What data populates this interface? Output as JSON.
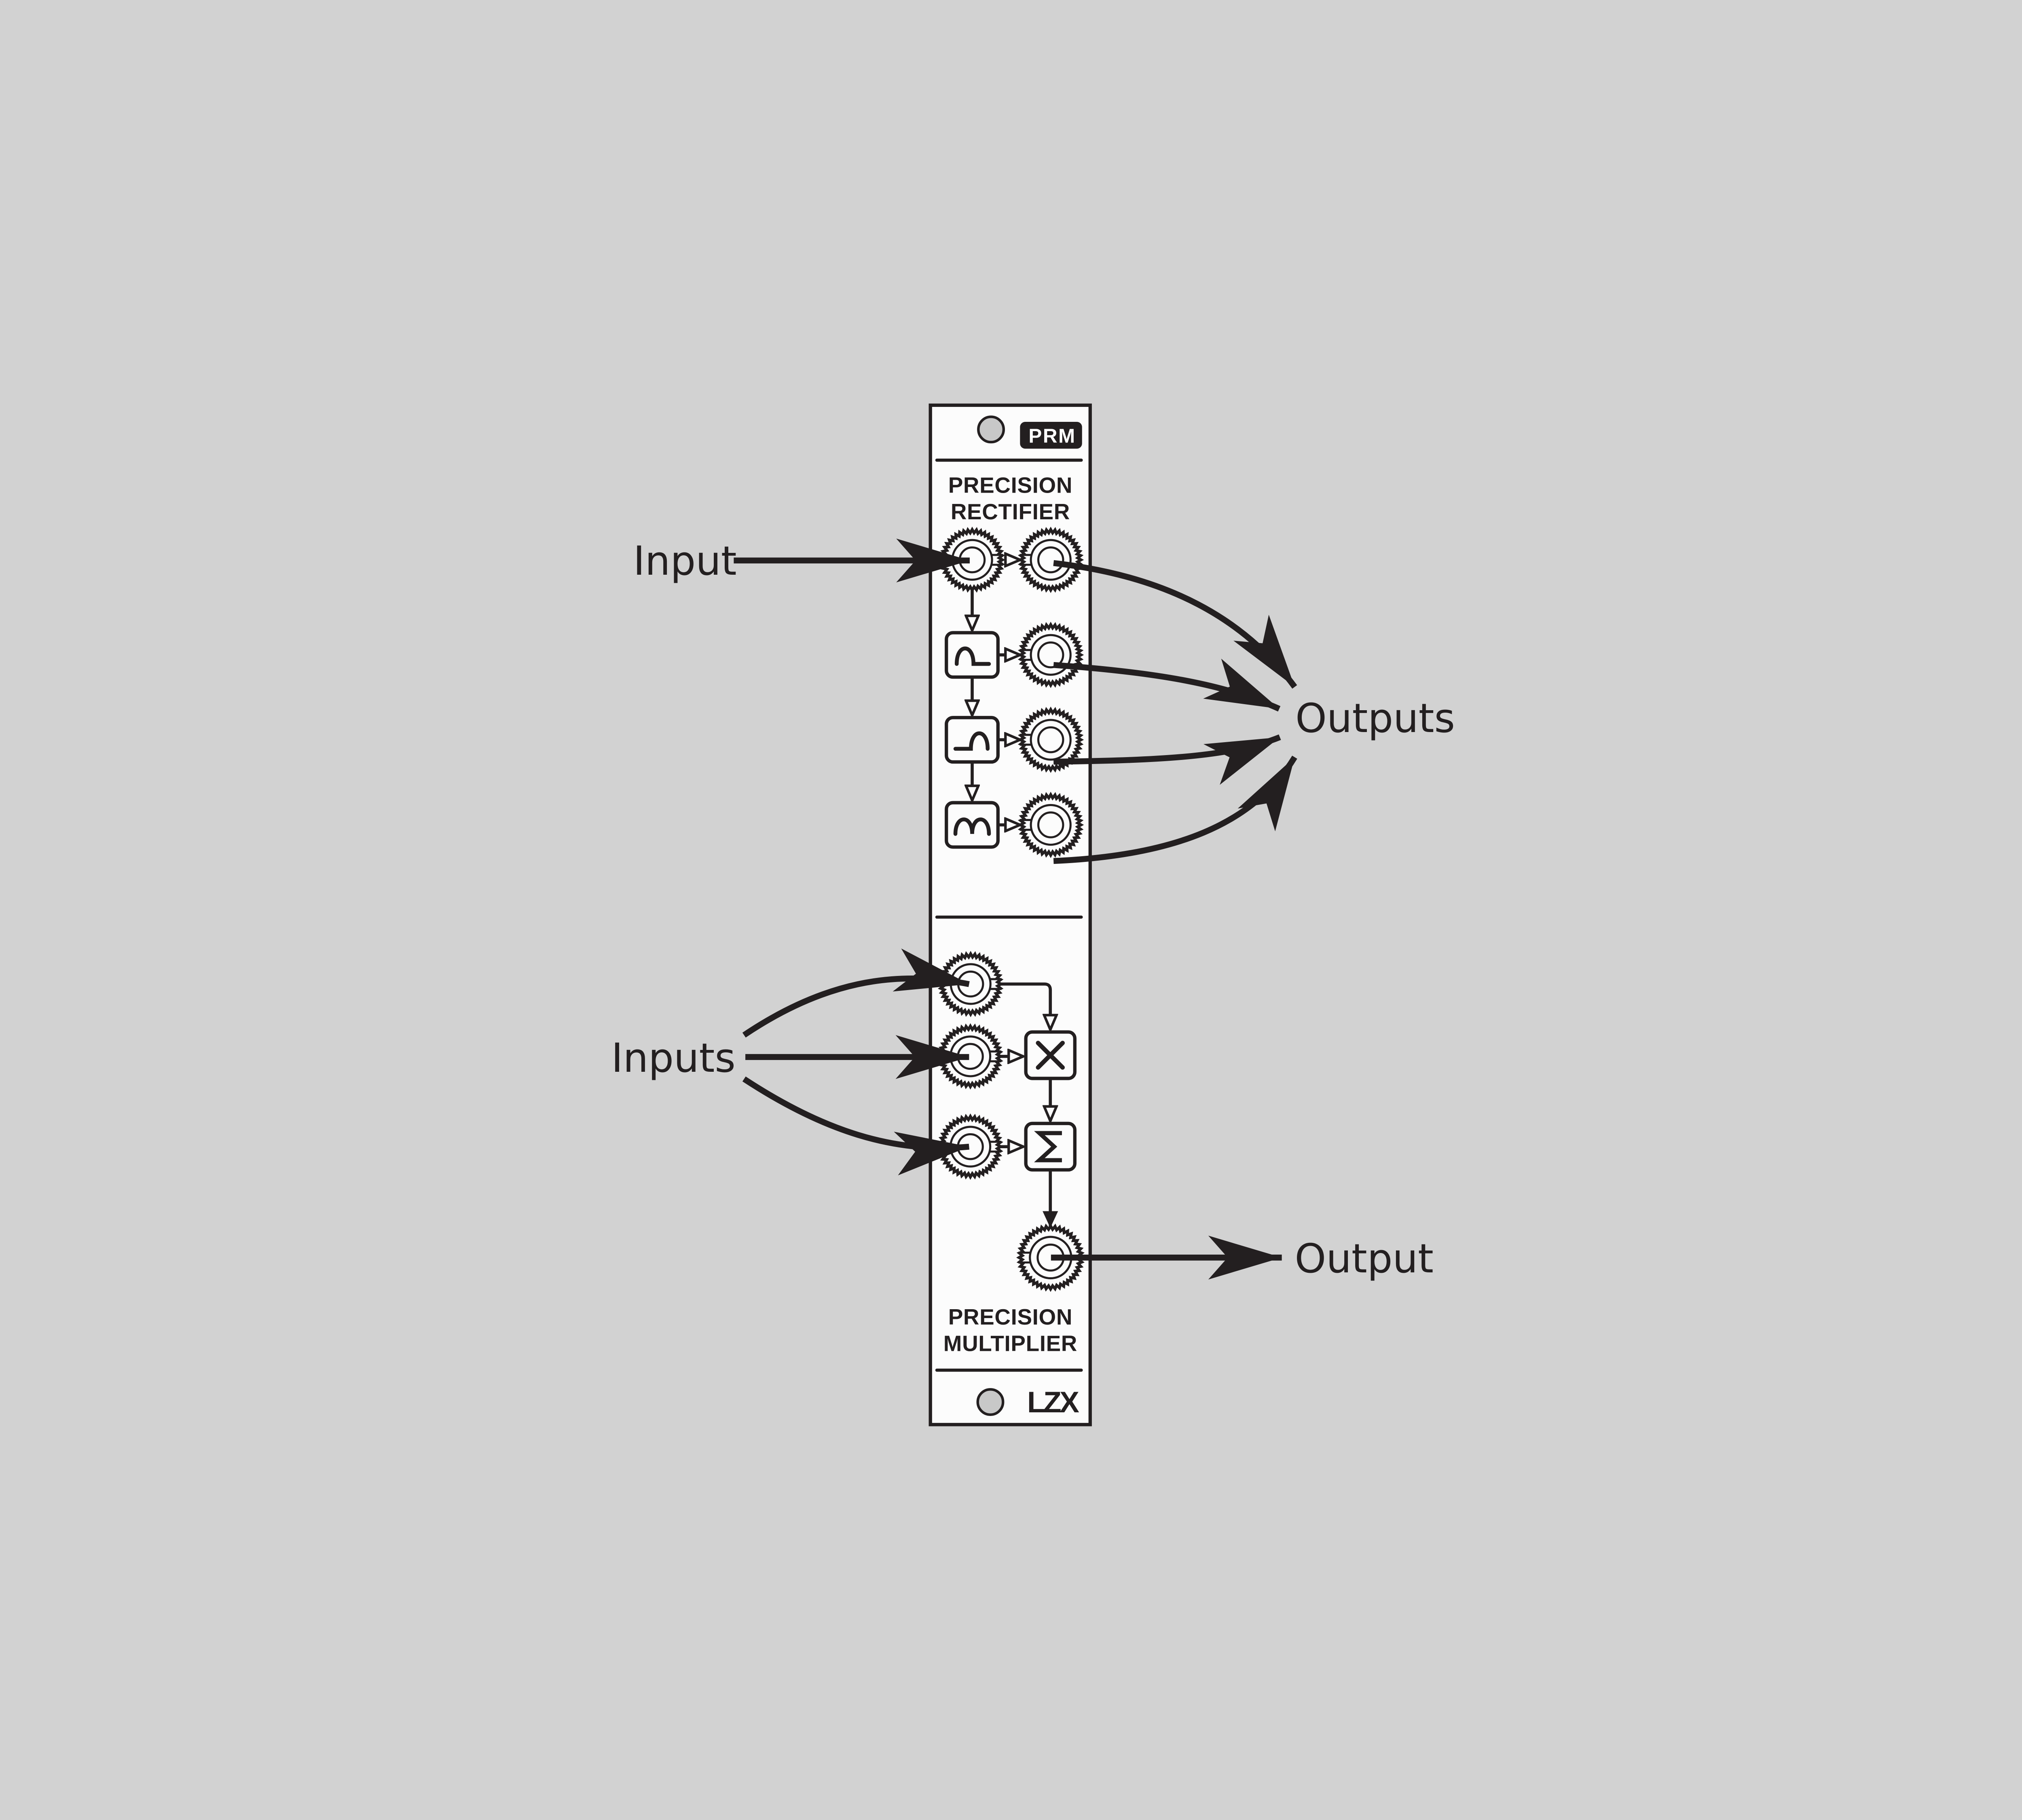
{
  "colors": {
    "background": "#d2d2d2",
    "panel": "#fcfcfc",
    "ink": "#231f20",
    "screw": "#c8c8c8",
    "badge_text": "#ffffff"
  },
  "module": {
    "badge": "PRM",
    "rectifier": {
      "title_line1": "PRECISION",
      "title_line2": "RECTIFIER"
    },
    "multiplier": {
      "title_line1": "PRECISION",
      "title_line2": "MULTIPLIER"
    },
    "logo": "LZX"
  },
  "annotations": {
    "input_label": "Input",
    "outputs_label": "Outputs",
    "inputs_label": "Inputs",
    "output_label": "Output"
  },
  "icons": {
    "screw_icon": "mounting screw (gray circle)",
    "jack_icon": "knurled patch jack nut",
    "half_wave_positive_icon": "hump-then-flat waveform",
    "half_wave_negative_icon": "flat-then-hump waveform",
    "full_wave_icon": "double-hump waveform",
    "multiply_icon": "✕",
    "sum_icon": "Σ",
    "flow_arrow_icon": "open triangle arrowhead",
    "annotation_arrow_icon": "solid swallow-tail arrowhead"
  }
}
